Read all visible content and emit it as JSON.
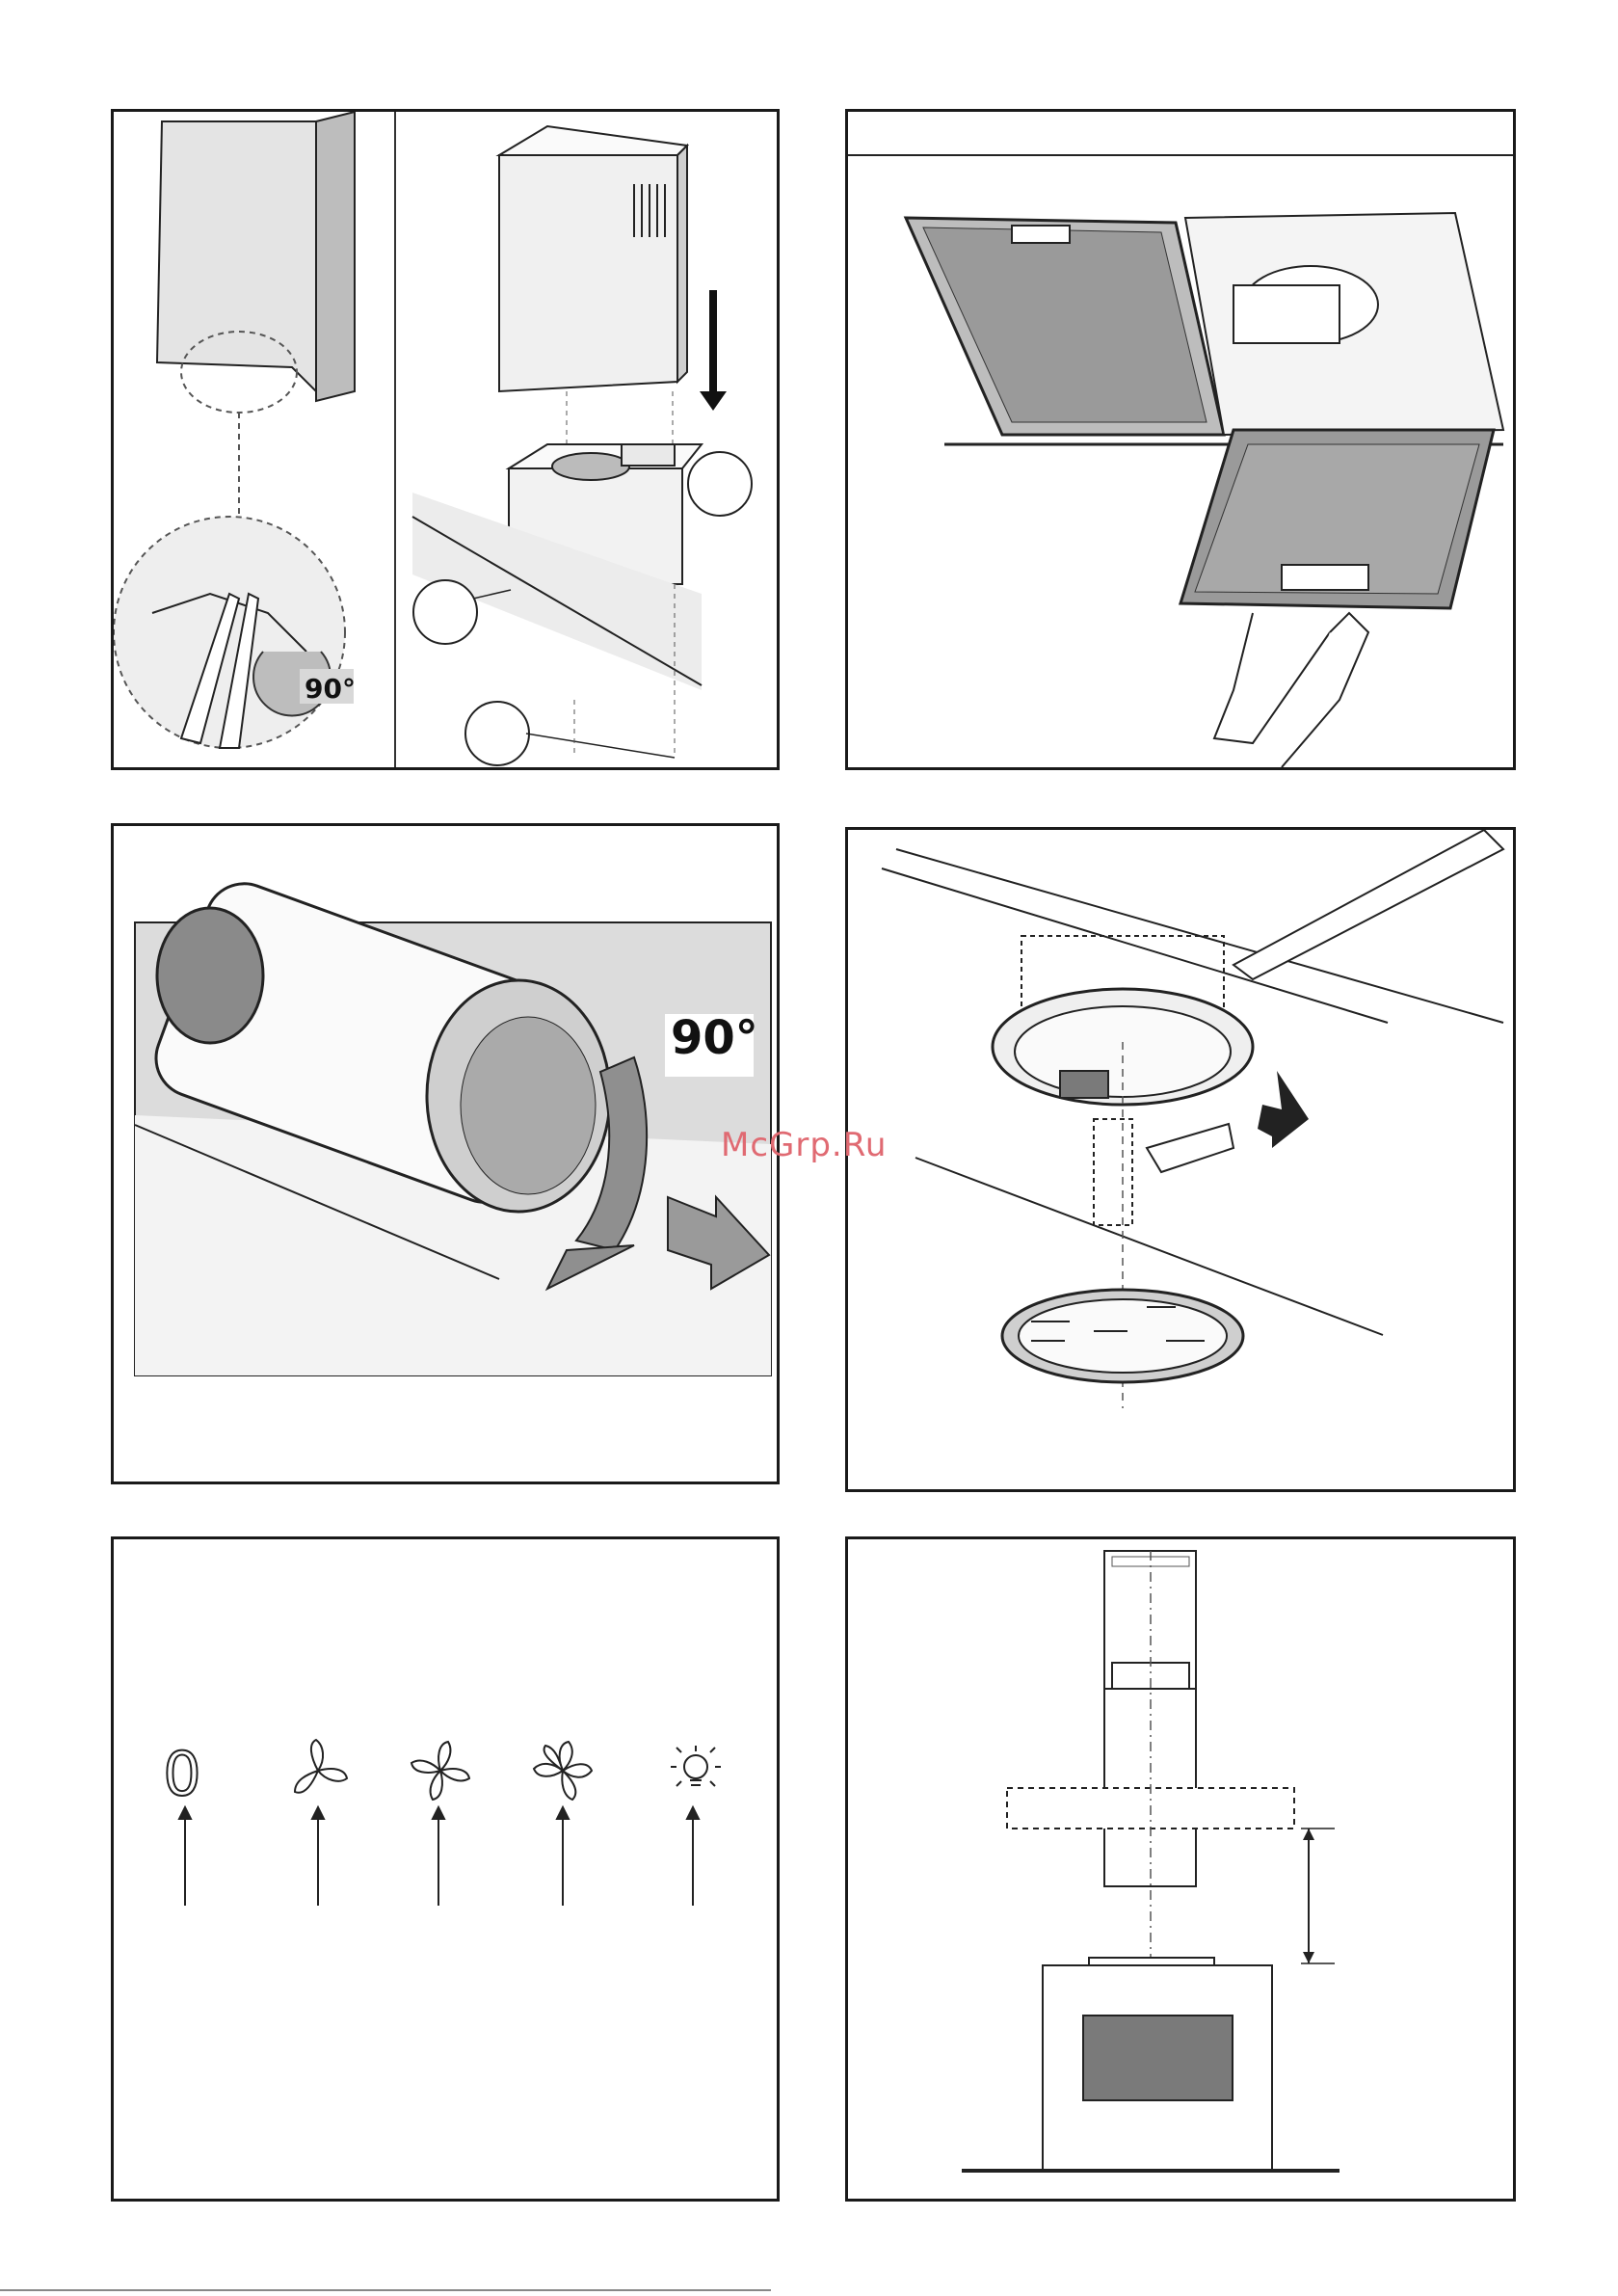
{
  "page": {
    "watermark": "McGrp.Ru"
  },
  "panel_chimney": {
    "rotation_label": "90°"
  },
  "panel_filter_rotate": {
    "rotation_label": "90°"
  },
  "panel_controls": {
    "symbols": [
      {
        "label": "0",
        "icon": "off-zero-icon"
      },
      {
        "label": "",
        "icon": "fan-speed-1-icon"
      },
      {
        "label": "",
        "icon": "fan-speed-2-icon"
      },
      {
        "label": "",
        "icon": "fan-speed-3-icon"
      },
      {
        "label": "",
        "icon": "light-bulb-icon"
      }
    ]
  },
  "colors": {
    "line": "#1a1a1a",
    "panel_fill": "#e6e6e6",
    "oven_window": "#7a7a7a",
    "watermark": "#e06a72"
  }
}
